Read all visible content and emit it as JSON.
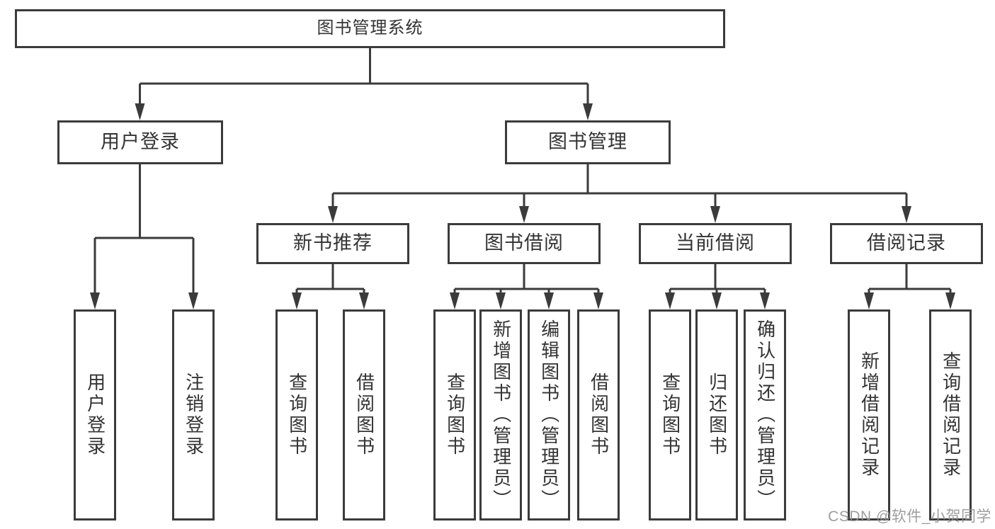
{
  "diagram_title": "图书管理系统",
  "nodes": {
    "root": {
      "label": "图书管理系统",
      "children": [
        "user_login",
        "book_management"
      ]
    },
    "user_login": {
      "label": "用户登录",
      "children": [
        "leaf_user_login",
        "leaf_logout"
      ]
    },
    "book_management": {
      "label": "图书管理",
      "children": [
        "new_book_recommendation",
        "book_borrowing",
        "current_borrowing",
        "borrowing_records"
      ]
    },
    "new_book_recommendation": {
      "label": "新书推荐",
      "children": [
        "rec_query_books",
        "rec_borrow_books"
      ]
    },
    "book_borrowing": {
      "label": "图书借阅",
      "children": [
        "bb_query_books",
        "bb_add_books",
        "bb_edit_books",
        "bb_borrow_books"
      ]
    },
    "current_borrowing": {
      "label": "当前借阅",
      "children": [
        "cb_query_books",
        "cb_return_books",
        "cb_confirm_return"
      ]
    },
    "borrowing_records": {
      "label": "借阅记录",
      "children": [
        "br_add_record",
        "br_query_record"
      ]
    },
    "leaf_user_login": {
      "label": "用户登录"
    },
    "leaf_logout": {
      "label": "注销登录"
    },
    "rec_query_books": {
      "label": "查询图书"
    },
    "rec_borrow_books": {
      "label": "借阅图书"
    },
    "bb_query_books": {
      "label": "查询图书"
    },
    "bb_add_books": {
      "label": "新增图书（管理员）"
    },
    "bb_edit_books": {
      "label": "编辑图书（管理员）"
    },
    "bb_borrow_books": {
      "label": "借阅图书"
    },
    "cb_query_books": {
      "label": "查询图书"
    },
    "cb_return_books": {
      "label": "归还图书"
    },
    "cb_confirm_return": {
      "label": "确认归还（管理员）"
    },
    "br_add_record": {
      "label": "新增借阅记录"
    },
    "br_query_record": {
      "label": "查询借阅记录"
    }
  },
  "watermark": "CSDN @软件_小贺同学",
  "colors": {
    "line": "#3b3b3b",
    "text": "#333333",
    "background": "#ffffff",
    "watermark": "#949494"
  }
}
